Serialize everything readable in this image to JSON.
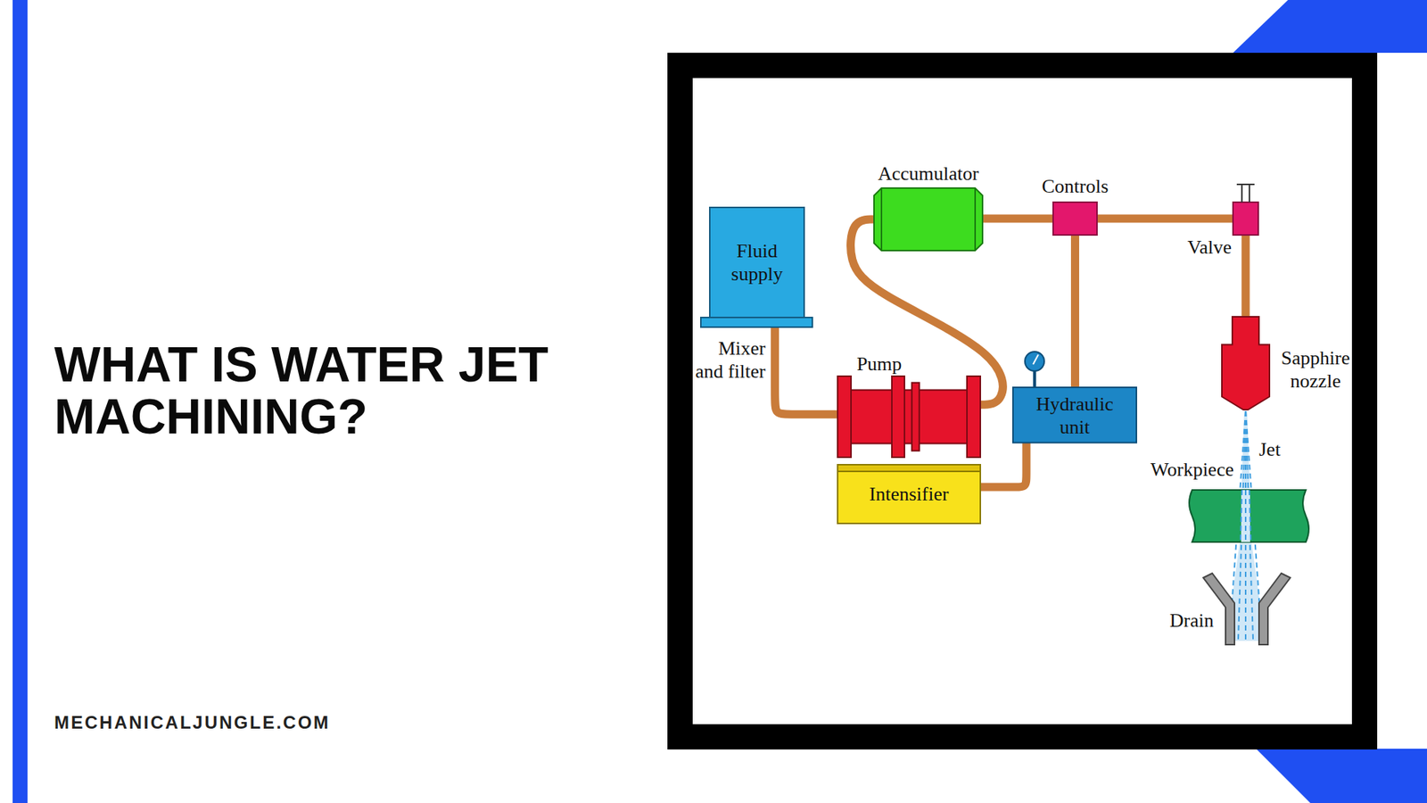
{
  "diagram": {
    "title": "WHAT IS WATER JET MACHINING?",
    "nodes": [
      {
        "text": [
          "Accumulator"
        ]
      },
      {
        "text": [
          "Controls"
        ]
      },
      {
        "text": [
          "Fluid supply"
        ]
      },
      {
        "text": [
          "Valve"
        ]
      },
      {
        "text": [
          "Pump"
        ]
      },
      {
        "text": [
          "Sapphire nozzle"
        ]
      },
      {
        "text": [
          "Hydraulic unit"
        ]
      },
      {
        "text": [
          "Workpiece"
        ]
      },
      {
        "text": [
          "Intensifier"
        ]
      },
      {
        "text": [
          "Drain"
        ]
      }
    ],
    "edges": [
      {
        "from": 2,
        "to": 4,
        "arrow": "none"
      },
      {
        "from": 4,
        "to": 0,
        "arrow": "none"
      },
      {
        "from": 0,
        "to": 1,
        "arrow": "none"
      },
      {
        "from": 1,
        "to": 3,
        "arrow": "none"
      },
      {
        "from": 1,
        "to": 6,
        "arrow": "none"
      },
      {
        "from": 6,
        "to": 8,
        "arrow": "none"
      },
      {
        "from": 3,
        "to": 5,
        "arrow": "none"
      }
    ],
    "labels": [
      "Mixer and filter",
      "Jet",
      "MECHANICALJUNGLE.COM"
    ]
  }
}
